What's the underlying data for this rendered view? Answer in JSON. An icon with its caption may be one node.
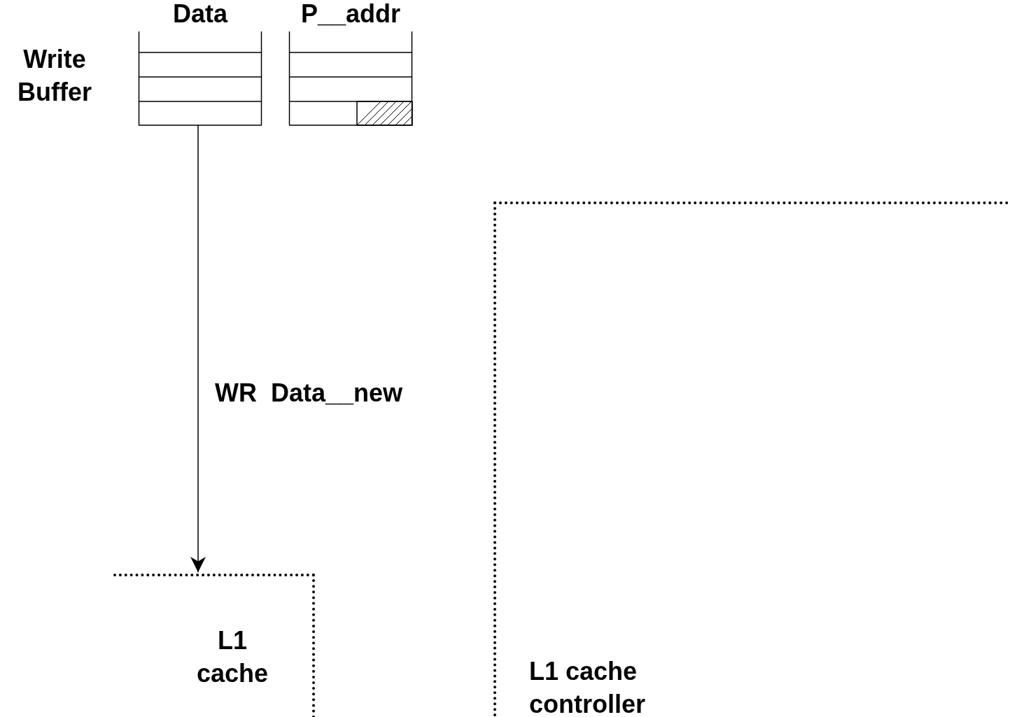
{
  "diagram": {
    "nodes": [
      {
        "text": [
          "Data"
        ]
      },
      {
        "text": [
          "P__addr"
        ]
      },
      {
        "text": [
          "L1 cache"
        ]
      },
      {
        "text": [
          "L1 cache controller"
        ]
      }
    ],
    "edges": [
      {
        "from": 0,
        "to": 2,
        "arrow": "to",
        "label": "WR  Data__new"
      }
    ],
    "labels": [
      "Write Buffer"
    ]
  }
}
